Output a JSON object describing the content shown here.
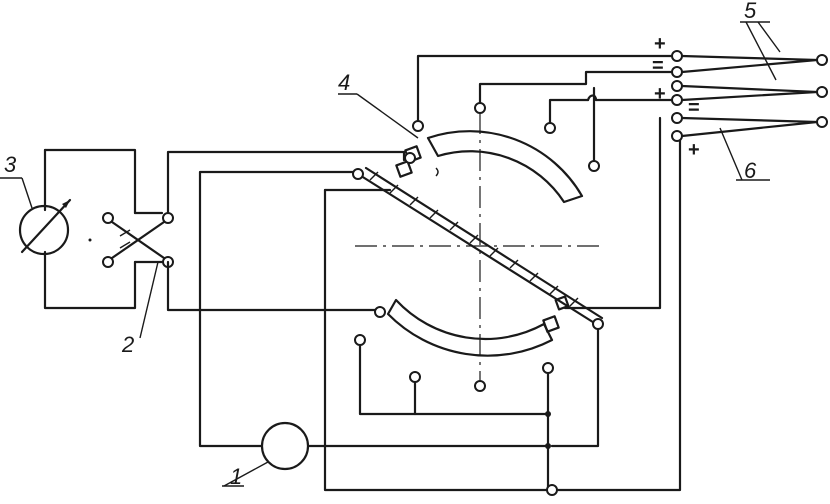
{
  "labels": {
    "galvanometer": "3",
    "ammeter": "1",
    "reversing_switch": "2",
    "sample_plate": "4",
    "leads_top": "5",
    "leads_bottom": "6"
  },
  "signs": {
    "plus_1": "+",
    "minus_1": "=",
    "plus_2": "+",
    "minus_2": "=",
    "plus_3": "+"
  },
  "colors": {
    "ink": "#1a1a1a",
    "background": "#ffffff"
  }
}
